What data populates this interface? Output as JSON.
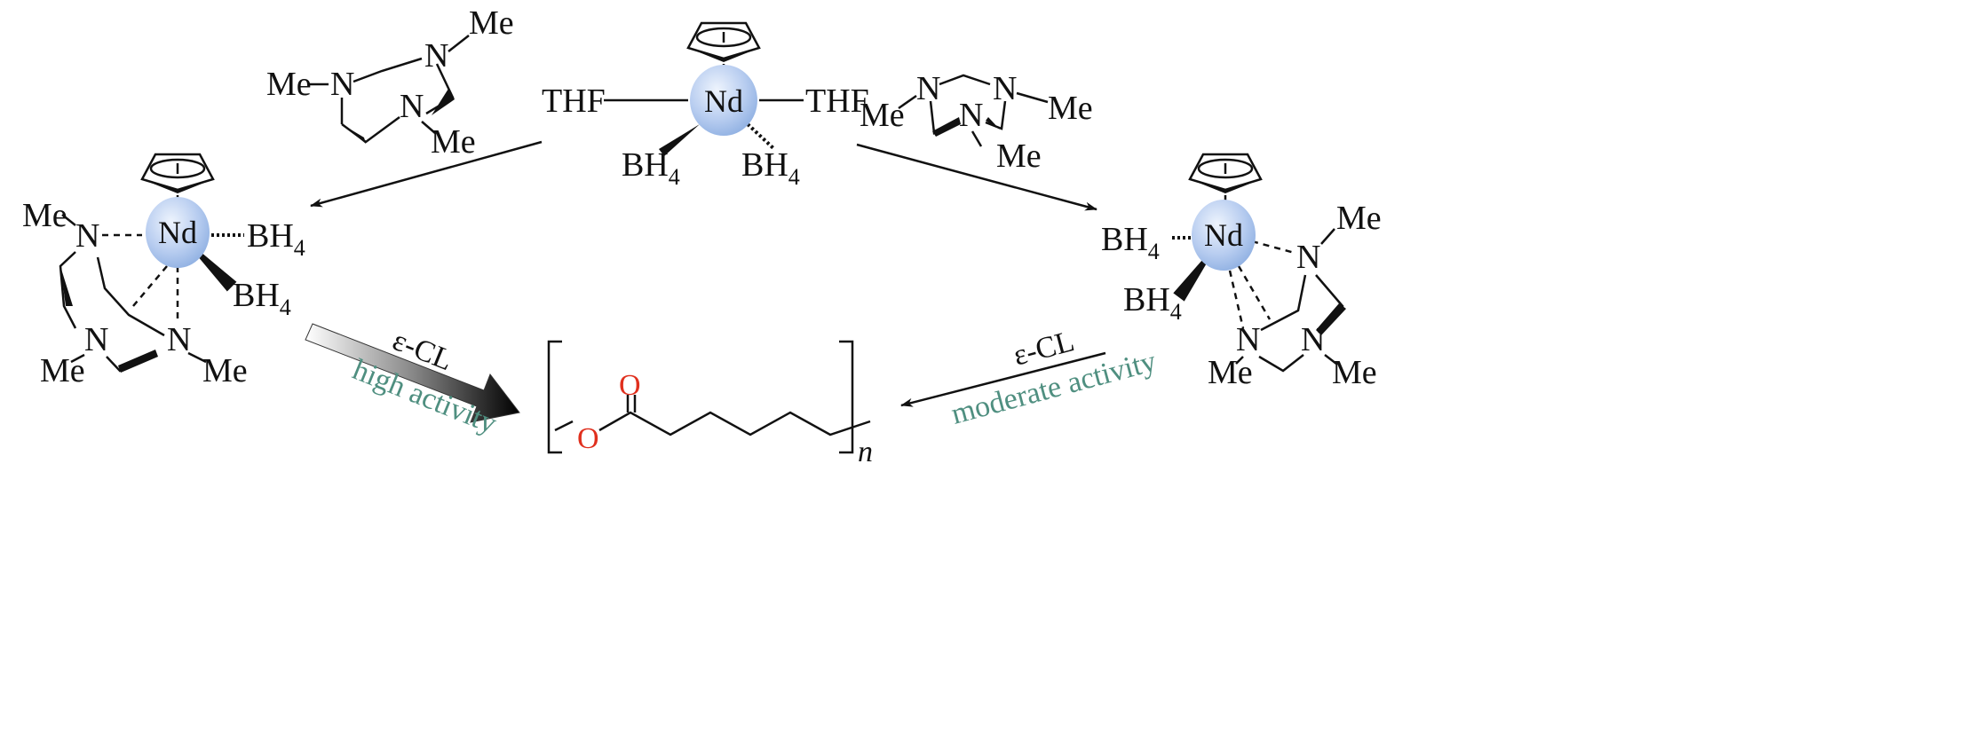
{
  "atoms": {
    "metal": "Nd",
    "thf": "THF",
    "me": "Me",
    "n": "N",
    "bh": "BH",
    "four": "4",
    "oxygen": "O"
  },
  "reactions": {
    "left_monomer": "ε-CL",
    "left_activity": "high activity",
    "right_monomer": "ε-CL",
    "right_activity": "moderate activity"
  },
  "polymer": {
    "repeat_subscript": "n"
  },
  "colors": {
    "metal_sphere": "#a9c3ea",
    "activity_text": "#4f8f80",
    "oxygen": "#e0301e"
  }
}
